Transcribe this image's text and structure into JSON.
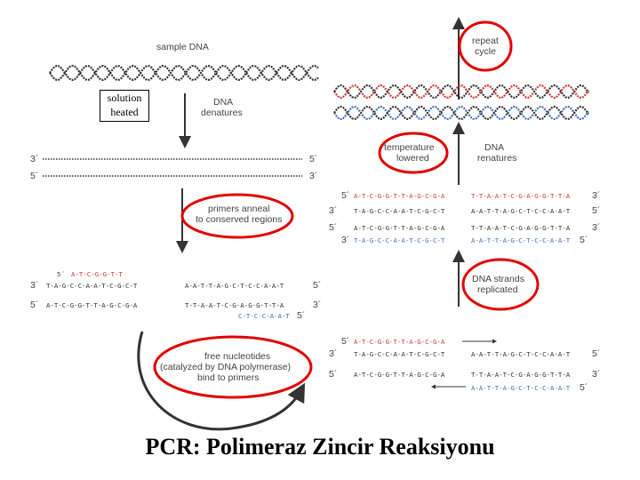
{
  "labels": {
    "sample_dna": "sample DNA",
    "solution": "solution",
    "heated": "heated",
    "dna_denatures_1": "DNA",
    "dna_denatures_2": "denatures",
    "primers_1": "primers anneal",
    "primers_2": "to conserved regions",
    "free_nuc_1": "free nucleotides",
    "free_nuc_2": "(catalyzed by DNA polymerase)",
    "free_nuc_3": "bind to primers",
    "repeat_1": "repeat",
    "repeat_2": "cycle",
    "temp_1": "temperature",
    "temp_2": "lowered",
    "renat_1": "DNA",
    "renat_2": "renatures",
    "repl_1": "DNA strands",
    "repl_2": "replicated",
    "caption": "PCR: Polimeraz Zincir Reaksiyonu"
  },
  "ends": {
    "three": "3´",
    "five": "5´"
  },
  "sequences": {
    "primer_top": "A-T-C-G-G-T-T",
    "s1_left": "T-A-G-C-C-A-A-T-C-G-C-T",
    "s1_right": "A-A-T-T-A-G-C-T-C-C-A-A-T",
    "s2_left": "A-T-C-G-G-T-T-A-G-C-G-A",
    "s2_right": "T-T-A-A-T-C-G-A-G-G-T-T-A",
    "primer_bottom": "C-T-C-C-A-A-T",
    "r1_left": "A-T-C-G-G-T-T-A-G-C-G-A",
    "r1_right": "T-T-A-A-T-C-G-A-G-G-T-T-A",
    "r2_left": "T-A-G-C-C-A-A-T-C-G-C-T",
    "r2_right": "A-A-T-T-A-G-C-T-C-C-A-A-T",
    "r3_left": "A-T-C-G-G-T-T-A-G-C-G-A",
    "r3_right": "T-T-A-A-T-C-G-A-G-G-T-T-A",
    "r4_left": "T-A-G-C-C-A-A-T-C-G-C-T",
    "r4_right": "A-A-T-T-A-G-C-T-C-C-A-A-T",
    "n_new_top": "A-T-C-G-G-T-T-A-G-C-G-A",
    "n_tpl1_left": "T-A-G-C-C-A-A-T-C-G-C-T",
    "n_tpl1_right": "A-A-T-T-A-G-C-T-C-C-A-A-T",
    "n_tpl2_left": "A-T-C-G-G-T-T-A-G-C-G-A",
    "n_tpl2_right": "T-T-A-A-T-C-G-A-G-G-T-T-A",
    "n_new_bottom": "A-A-T-T-A-G-C-T-C-C-A-A-T"
  },
  "colors": {
    "red_strand": "#d23a3a",
    "blue_strand": "#4a6fb5",
    "black_strand": "#333333",
    "highlight": "#e00000"
  }
}
